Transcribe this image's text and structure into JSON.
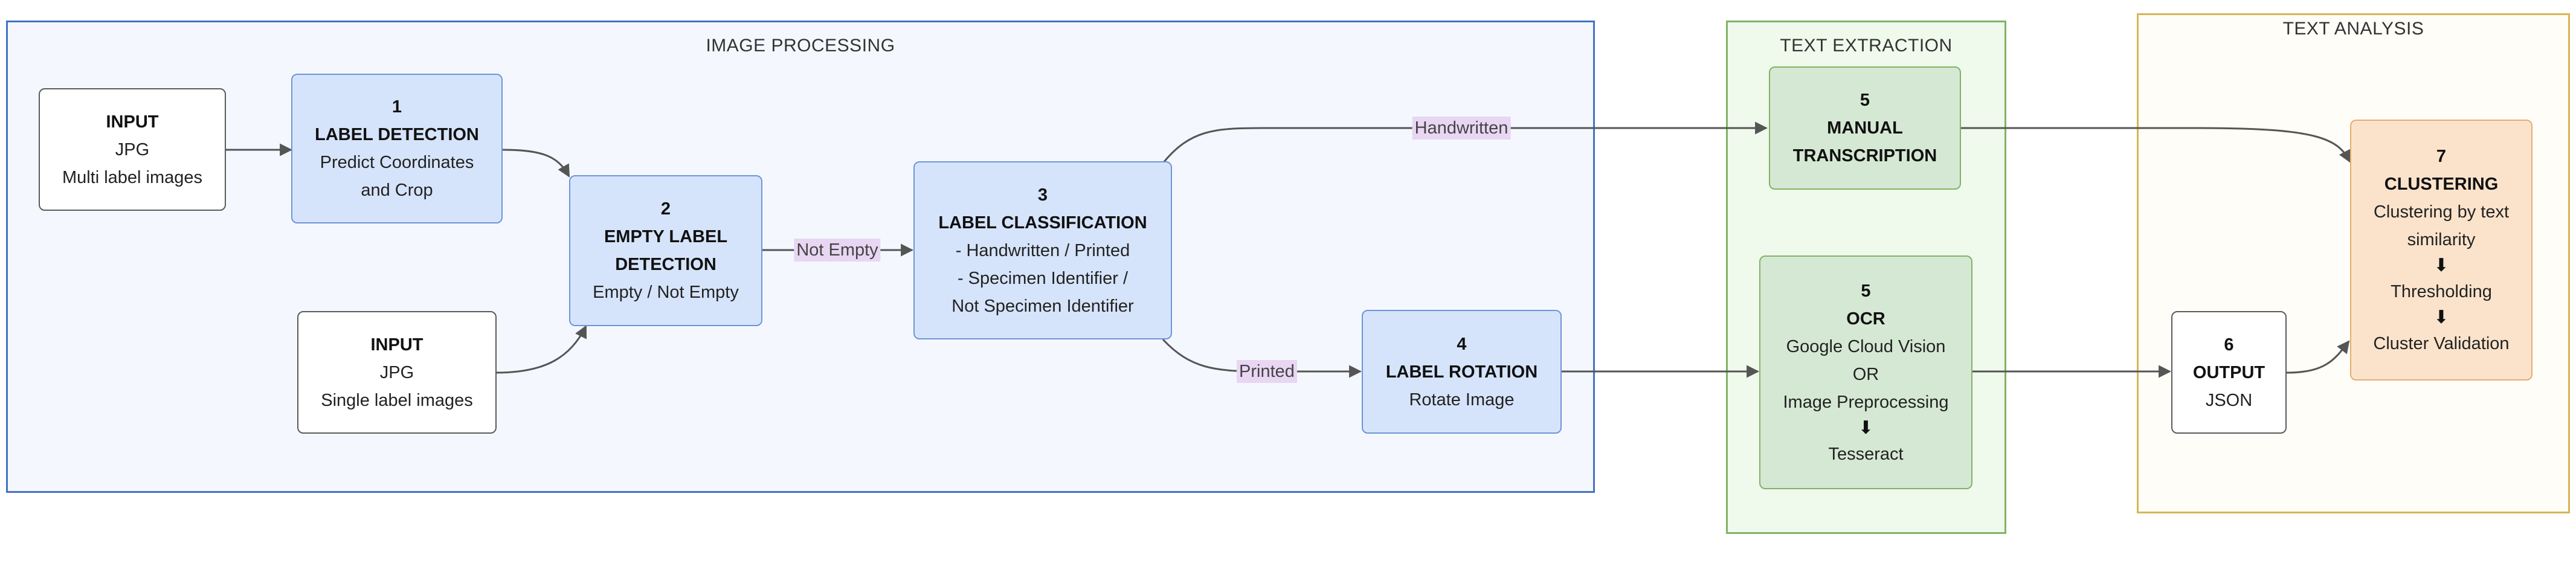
{
  "groups": {
    "image_processing": {
      "title": "IMAGE PROCESSING"
    },
    "text_extraction": {
      "title": "TEXT EXTRACTION"
    },
    "text_analysis": {
      "title": "TEXT ANALYSIS"
    }
  },
  "nodes": {
    "input_multi": {
      "title": "INPUT",
      "lines": [
        "JPG",
        "Multi label images"
      ]
    },
    "label_detection": {
      "number": "1",
      "title": "LABEL DETECTION",
      "lines": [
        "Predict Coordinates",
        "and Crop"
      ]
    },
    "input_single": {
      "title": "INPUT",
      "lines": [
        "JPG",
        "Single label images"
      ]
    },
    "empty_label_detection": {
      "number": "2",
      "title_lines": [
        "EMPTY LABEL",
        "DETECTION"
      ],
      "lines": [
        "Empty / Not Empty"
      ]
    },
    "label_classification": {
      "number": "3",
      "title": "LABEL CLASSIFICATION",
      "lines": [
        "- Handwritten / Printed",
        "- Specimen Identifier /",
        "Not Specimen Identifier"
      ]
    },
    "label_rotation": {
      "number": "4",
      "title": "LABEL ROTATION",
      "lines": [
        "Rotate Image"
      ]
    },
    "manual_transcription": {
      "number": "5",
      "title_lines": [
        "MANUAL",
        "TRANSCRIPTION"
      ]
    },
    "ocr": {
      "number": "5",
      "title": "OCR",
      "lines": [
        "Google Cloud Vision",
        "OR",
        "Image Preprocessing"
      ],
      "after_arrow": "Tesseract"
    },
    "output": {
      "number": "6",
      "title": "OUTPUT",
      "lines": [
        "JSON"
      ]
    },
    "clustering": {
      "number": "7",
      "title": "CLUSTERING",
      "lines": [
        "Clustering by text",
        "similarity"
      ],
      "step2": "Thresholding",
      "step3": "Cluster Validation"
    }
  },
  "edge_labels": {
    "not_empty": "Not Empty",
    "handwritten": "Handwritten",
    "printed": "Printed"
  },
  "icons": {
    "down_arrow": "⬇"
  },
  "colors": {
    "image_processing_border": "#4472c4",
    "text_extraction_border": "#82b366",
    "text_analysis_border": "#d6b656",
    "edge_label_bg": "#e8d6f3",
    "edge_stroke": "#555555"
  }
}
